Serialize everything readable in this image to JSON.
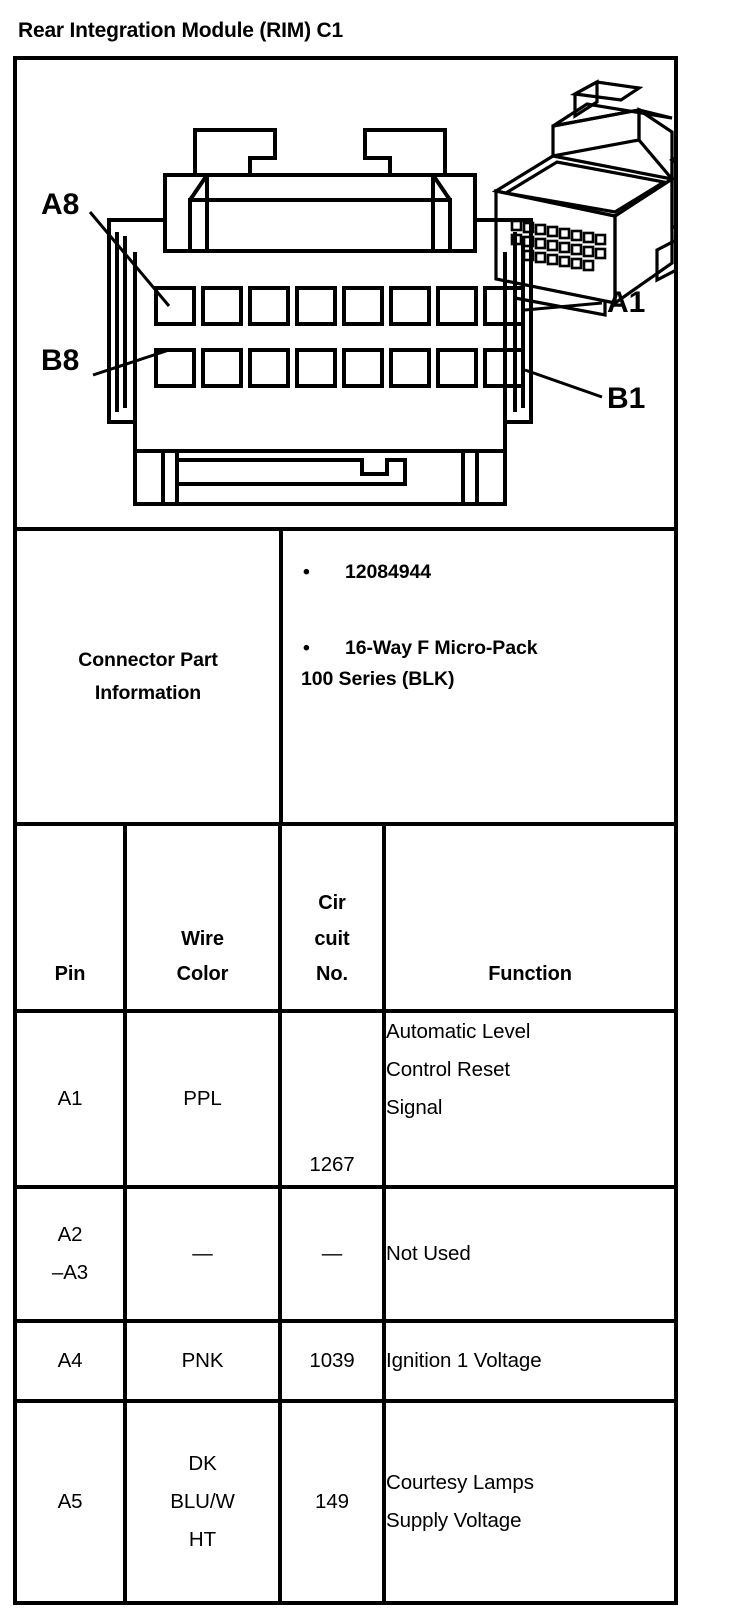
{
  "page_title": "Rear Integration Module (RIM) C1",
  "diagram": {
    "name": "connector-end-view",
    "cavity_rows": 2,
    "cavities_per_row": 8,
    "labels": {
      "top_left": "A8",
      "top_right": "A1",
      "bottom_left": "B8",
      "bottom_right": "B1"
    }
  },
  "part_info": {
    "label_line1": "Connector Part",
    "label_line2": "Information",
    "bullet_char": "•",
    "items": [
      "12084944",
      "16-Way F Micro-Pack 100 Series (BLK)"
    ],
    "item_1": "12084944",
    "item_2_line1": "16-Way F Micro-Pack",
    "item_2_line2": "100 Series (BLK)"
  },
  "pin_table": {
    "headers": {
      "pin": "Pin",
      "wire_color_line1": "Wire",
      "wire_color_line2": "Color",
      "circuit_no_line1": "Cir",
      "circuit_no_line2": "cuit",
      "circuit_no_line3": "No.",
      "function": "Function"
    },
    "rows": [
      {
        "pin": "A1",
        "wire_color": "PPL",
        "circuit_no": "1267",
        "function_line1": "Automatic Level",
        "function_line2": "Control Reset",
        "function_line3": "Signal",
        "function": "Automatic Level Control Reset Signal"
      },
      {
        "pin_line1": "A2",
        "pin_line2": "–A3",
        "pin": "A2–A3",
        "wire_color": "—",
        "circuit_no": "—",
        "function": "Not Used"
      },
      {
        "pin": "A4",
        "wire_color": "PNK",
        "circuit_no": "1039",
        "function": "Ignition 1 Voltage"
      },
      {
        "pin": "A5",
        "wire_color_line1": "DK",
        "wire_color_line2": "BLU/W",
        "wire_color_line3": "HT",
        "wire_color": "DK BLU/WHT",
        "circuit_no": "149",
        "function_line1": "Courtesy Lamps",
        "function_line2": "Supply Voltage",
        "function": "Courtesy Lamps Supply Voltage"
      }
    ]
  },
  "colors": {
    "ink": "#000000",
    "paper": "#ffffff"
  }
}
